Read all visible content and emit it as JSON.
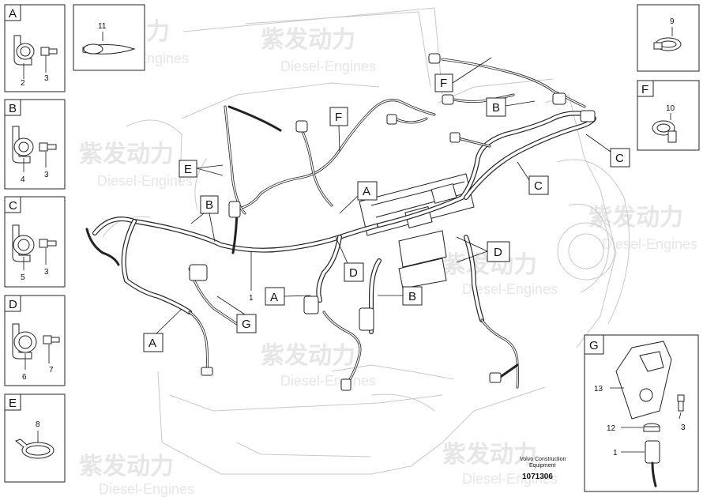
{
  "watermark": {
    "brand_cn": "紫发动力",
    "brand_en": "Diesel-Engines"
  },
  "legend_boxes": {
    "A": {
      "letter": "A",
      "numbers": [
        "2",
        "3"
      ]
    },
    "B": {
      "letter": "B",
      "numbers": [
        "4",
        "3"
      ]
    },
    "C": {
      "letter": "C",
      "numbers": [
        "5",
        "3"
      ]
    },
    "D": {
      "letter": "D",
      "numbers": [
        "6",
        "7"
      ]
    },
    "E": {
      "letter": "E",
      "numbers": [
        "8"
      ]
    },
    "clip_11": {
      "numbers": [
        "11"
      ]
    },
    "clip_9": {
      "numbers": [
        "9"
      ]
    },
    "F": {
      "letter": "F",
      "numbers": [
        "10"
      ]
    },
    "G": {
      "letter": "G",
      "numbers": [
        "13",
        "3",
        "12",
        "1"
      ]
    }
  },
  "callouts": {
    "E": "E",
    "F1": "F",
    "F2": "F",
    "B1": "B",
    "B2": "B",
    "B3": "B",
    "A1": "A",
    "A2": "A",
    "A3": "A",
    "C1": "C",
    "C2": "C",
    "D1": "D",
    "D2": "D",
    "G": "G",
    "item1": "1"
  },
  "footer": {
    "company_line1": "Volvo Construction",
    "company_line2": "Equipment",
    "doc_number": "1071306"
  }
}
